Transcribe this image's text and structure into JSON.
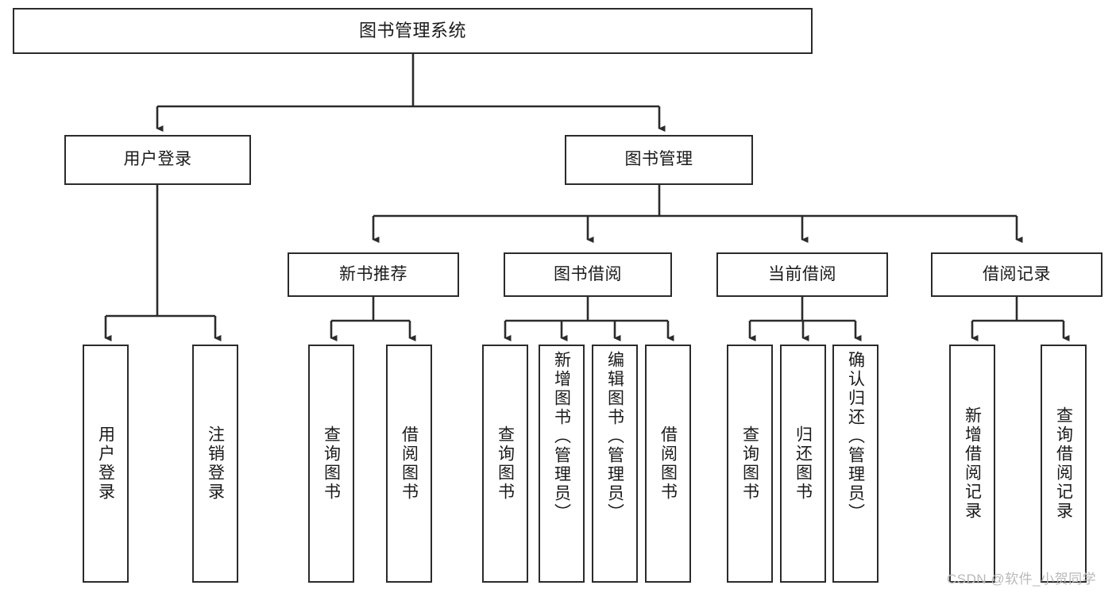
{
  "diagram": {
    "type": "tree",
    "title": "图书管理系统",
    "watermark": "CSDN @软件_小贺同学",
    "colors": {
      "stroke": "#2b2b2b",
      "fill": "#ffffff",
      "text": "#1a1a1a",
      "watermark": "#b9b9b9"
    },
    "levels": {
      "root": [
        "图书管理系统"
      ],
      "level2": [
        "用户登录",
        "图书管理"
      ],
      "level3": [
        "新书推荐",
        "图书借阅",
        "当前借阅",
        "借阅记录"
      ],
      "leaves": [
        "用户登录",
        "注销登录",
        "查询图书",
        "借阅图书",
        "查询图书",
        "新增图书（管理员）",
        "编辑图书（管理员）",
        "借阅图书",
        "查询图书",
        "归还图书",
        "确认归还（管理员）",
        "新增借阅记录",
        "查询借阅记录"
      ]
    },
    "nodes": {
      "root": {
        "label": "图书管理系统"
      },
      "user_login": {
        "label": "用户登录"
      },
      "book_manage": {
        "label": "图书管理"
      },
      "new_book_rec": {
        "label": "新书推荐"
      },
      "book_borrow": {
        "label": "图书借阅"
      },
      "current_borrow": {
        "label": "当前借阅"
      },
      "borrow_record": {
        "label": "借阅记录"
      },
      "leaf_user_login": {
        "label": "用户登录"
      },
      "leaf_logout": {
        "label": "注销登录"
      },
      "leaf_query_book_1": {
        "label": "查询图书"
      },
      "leaf_borrow_book_1": {
        "label": "借阅图书"
      },
      "leaf_query_book_2": {
        "label": "查询图书"
      },
      "leaf_add_book": {
        "label": "新增图书（管理员）"
      },
      "leaf_edit_book": {
        "label": "编辑图书（管理员）"
      },
      "leaf_borrow_book_2": {
        "label": "借阅图书"
      },
      "leaf_query_book_3": {
        "label": "查询图书"
      },
      "leaf_return_book": {
        "label": "归还图书"
      },
      "leaf_confirm_return": {
        "label": "确认归还（管理员）"
      },
      "leaf_add_record": {
        "label": "新增借阅记录"
      },
      "leaf_query_record": {
        "label": "查询借阅记录"
      }
    }
  }
}
